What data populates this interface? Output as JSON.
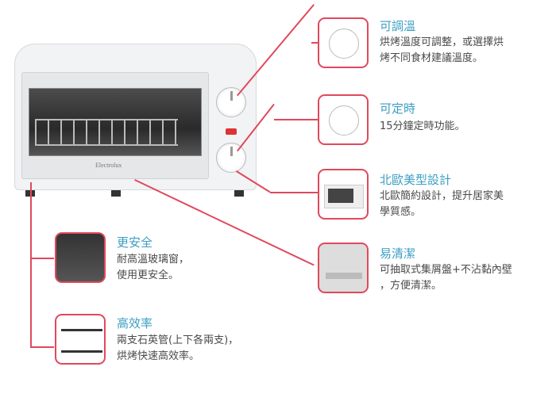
{
  "brand": "Electrolux",
  "accent": "#e0495c",
  "title_color": "#3b9ec3",
  "features": {
    "temp": {
      "title": "可調溫",
      "lines": [
        "烘烤溫度可調整，或選擇烘",
        "烤不同食材建議溫度。"
      ]
    },
    "timer": {
      "title": "可定時",
      "lines": [
        "15分鐘定時功能。"
      ]
    },
    "design": {
      "title": "北歐美型設計",
      "lines": [
        "北歐簡約設計，提升居家美",
        "學質感。"
      ]
    },
    "clean": {
      "title": "易清潔",
      "lines": [
        "可抽取式集屑盤+不沾黏內壁",
        "，方便清潔。"
      ]
    },
    "safe": {
      "title": "更安全",
      "lines": [
        "耐高溫玻璃窗，",
        "使用更安全。"
      ]
    },
    "efficient": {
      "title": "高效率",
      "lines": [
        "兩支石英管(上下各兩支)，",
        "烘烤快速高效率。"
      ]
    }
  }
}
